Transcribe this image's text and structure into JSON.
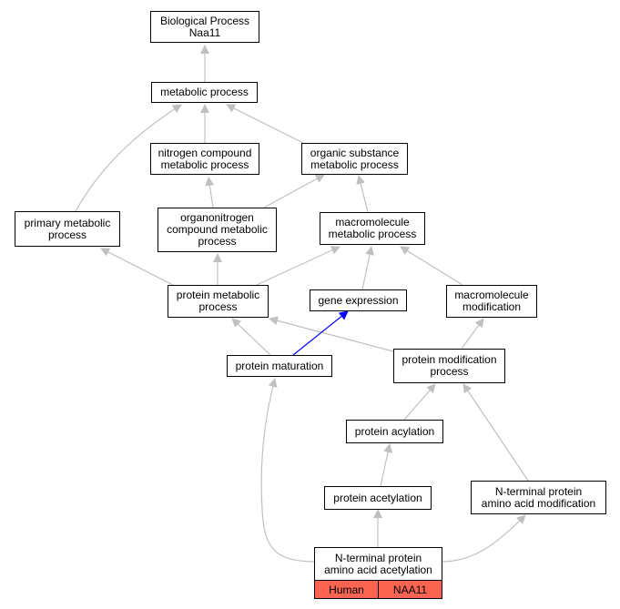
{
  "nodes": {
    "root": [
      "Biological Process",
      "Naa11"
    ],
    "metabolic": [
      "metabolic process"
    ],
    "nitrogen": [
      "nitrogen compound",
      "metabolic process"
    ],
    "organic": [
      "organic substance",
      "metabolic process"
    ],
    "primary": [
      "primary metabolic",
      "process"
    ],
    "organonitrogen": [
      "organonitrogen",
      "compound metabolic",
      "process"
    ],
    "macromolecule_met": [
      "macromolecule",
      "metabolic process"
    ],
    "protein_met": [
      "protein metabolic",
      "process"
    ],
    "gene_expr": [
      "gene expression"
    ],
    "macromolecule_mod": [
      "macromolecule",
      "modification"
    ],
    "maturation": [
      "protein maturation"
    ],
    "protein_mod": [
      "protein modification",
      "process"
    ],
    "acylation": [
      "protein acylation"
    ],
    "acetylation": [
      "protein acetylation"
    ],
    "nterm_mod": [
      "N-terminal protein",
      "amino acid modification"
    ],
    "nterm_acet": [
      "N-terminal protein",
      "amino acid acetylation"
    ]
  },
  "annotations": {
    "species": "Human",
    "gene": "NAA11"
  },
  "colors": {
    "edge": "#c0c0c0",
    "highlight_edge": "#0000ff",
    "annotation_fill": "#fa6450"
  }
}
